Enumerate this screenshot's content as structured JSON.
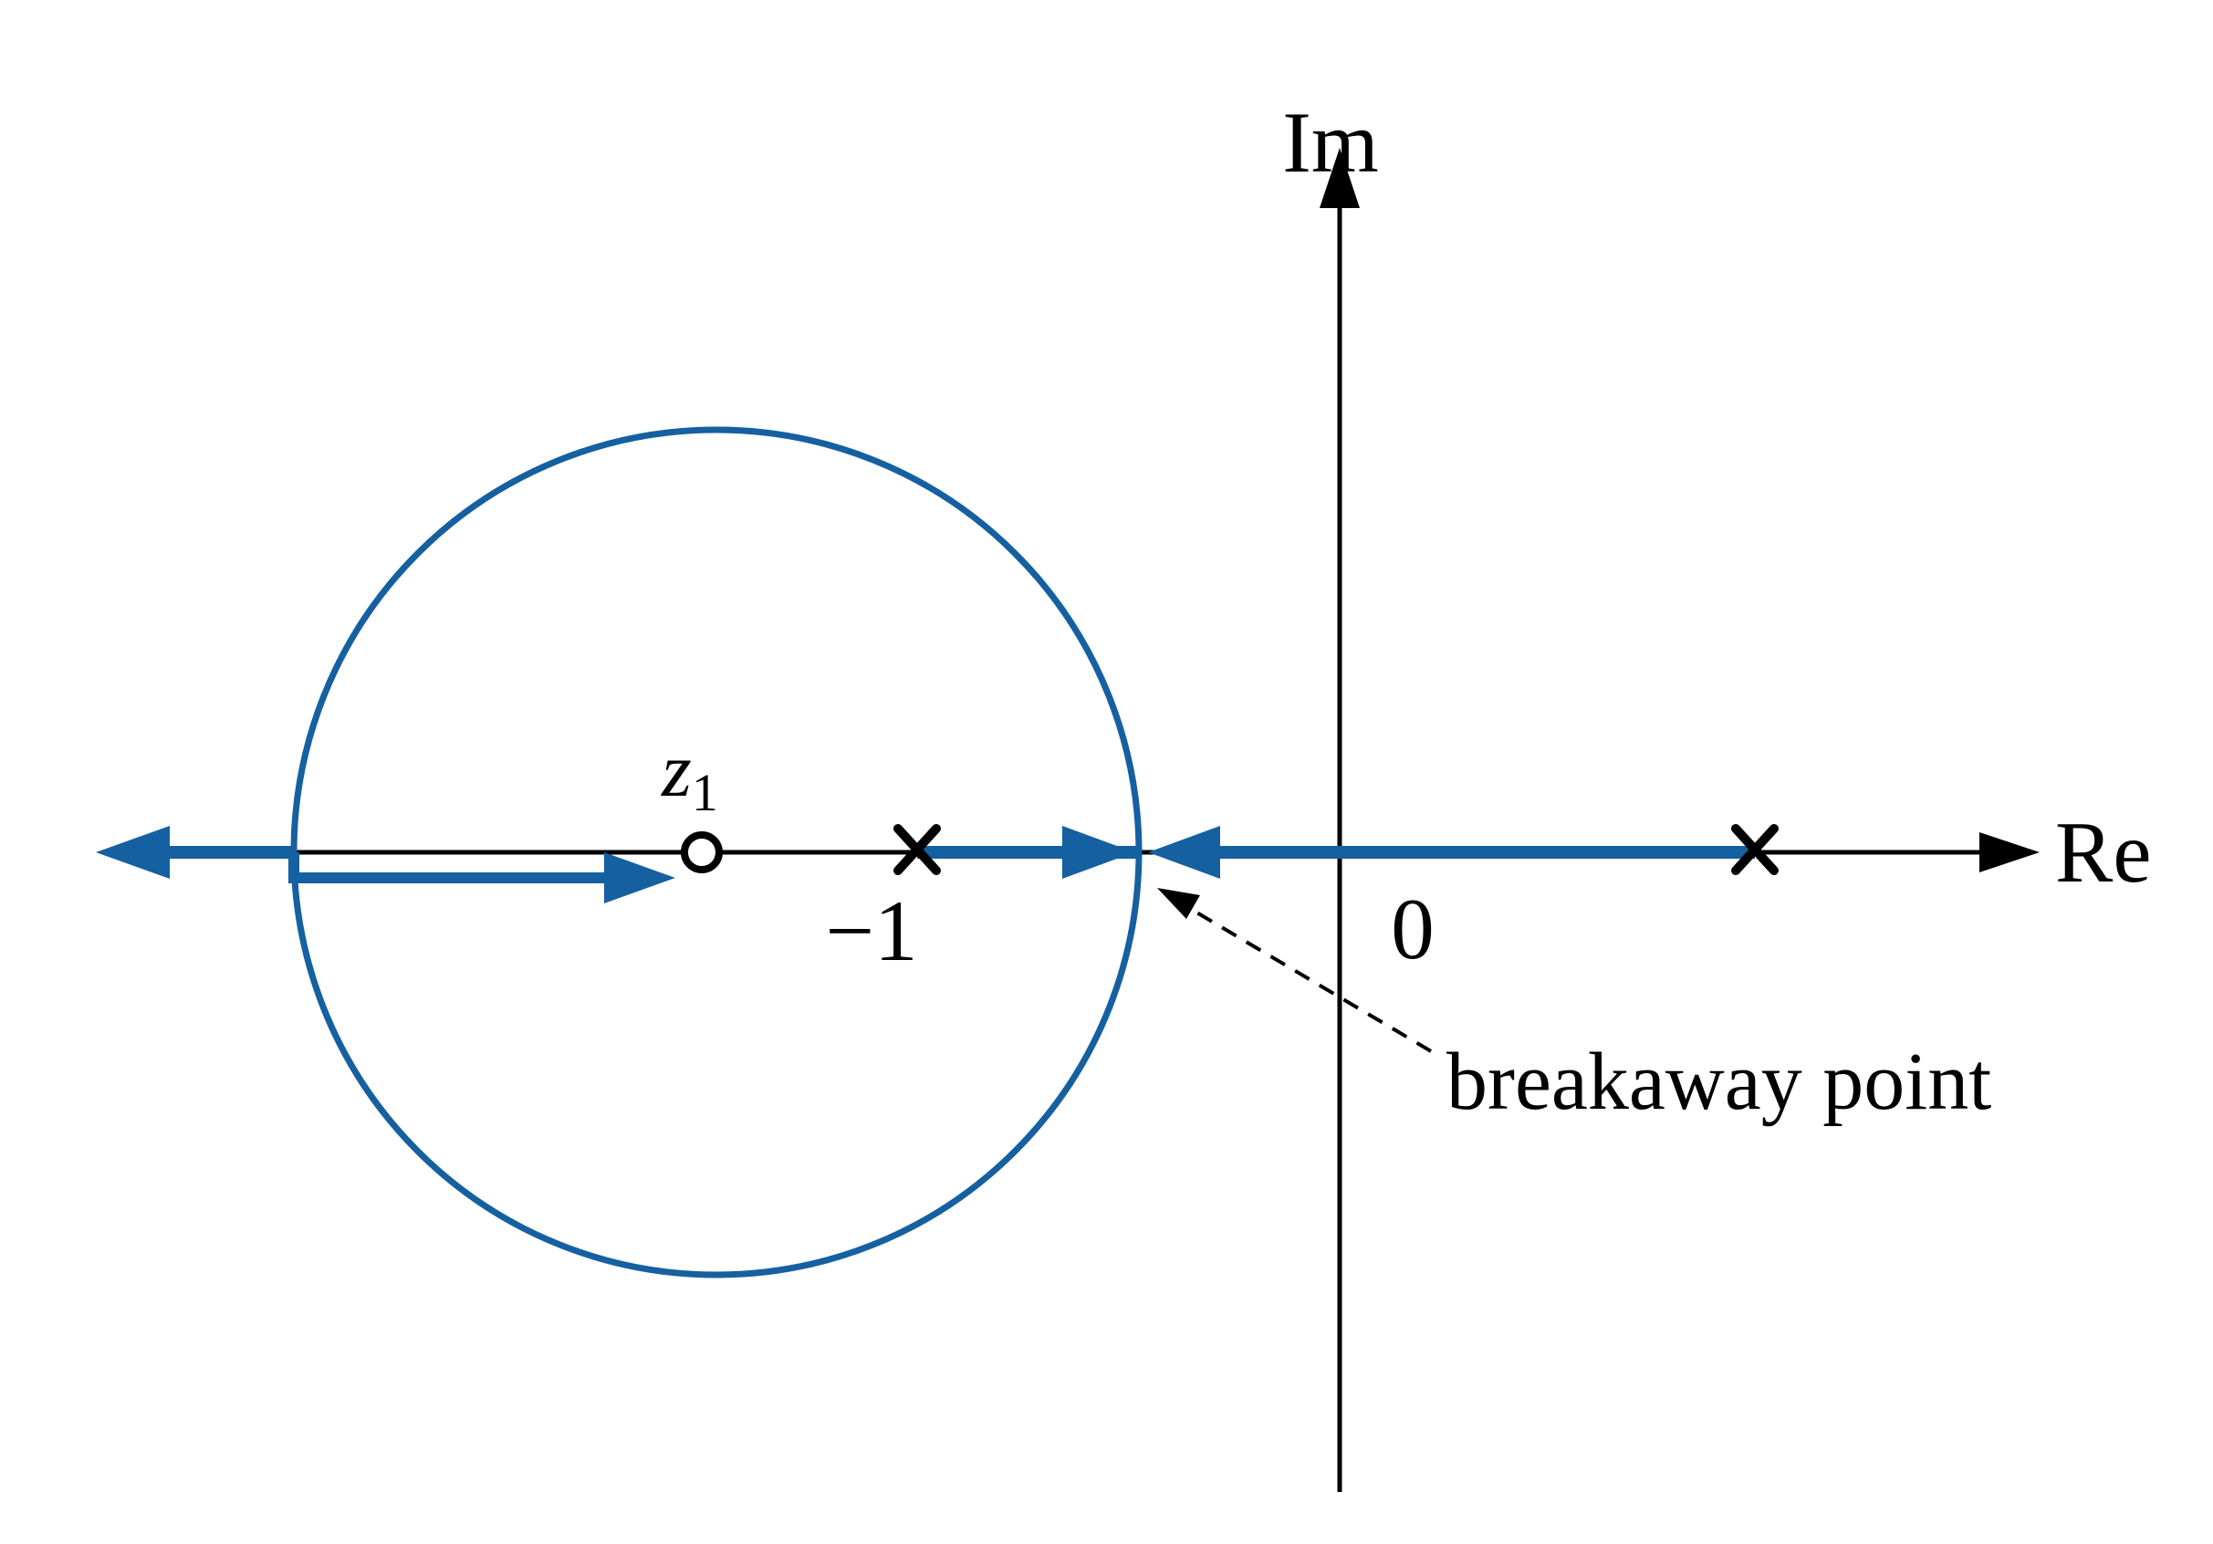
{
  "diagram": {
    "type": "root-locus-plot",
    "colors": {
      "locus_blue": "#1560a0",
      "axis_black": "#000000",
      "background": "#ffffff"
    },
    "axis_labels": {
      "imaginary": "Im",
      "real": "Re",
      "origin": "0"
    },
    "points": {
      "zero_label_main": "z",
      "zero_label_sub": "1",
      "pole_left_label": "−1"
    },
    "annotations": {
      "breakaway": "breakaway point"
    },
    "icons": {
      "pole_marker": "x-cross-icon",
      "zero_marker": "circle-outline-icon",
      "axis_arrow": "arrowhead-icon",
      "locus_arrow": "filled-arrowhead-icon"
    }
  }
}
